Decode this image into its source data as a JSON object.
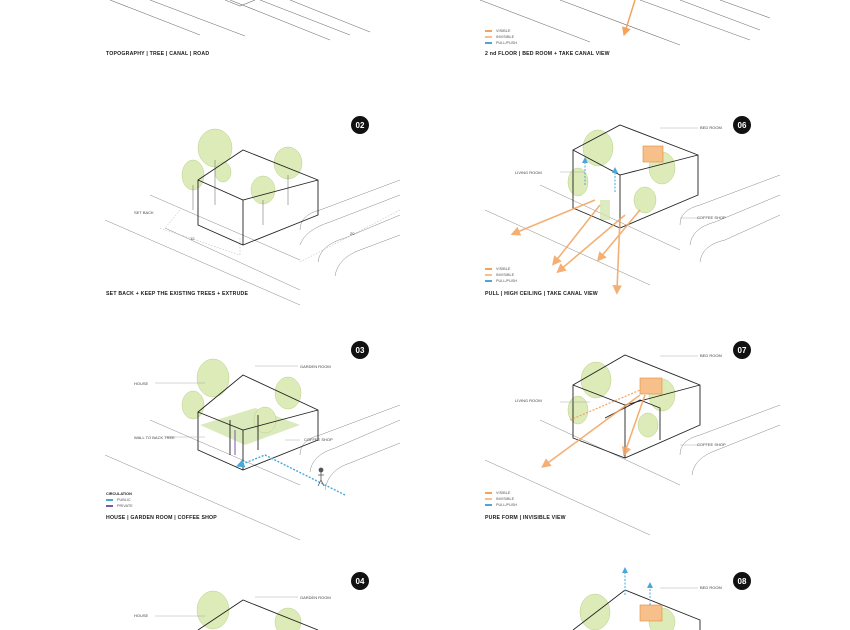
{
  "panels": {
    "p01": {
      "caption": "TOPOGRAPHY | TREE | CANAL | ROAD"
    },
    "p05": {
      "caption": "2 nd FLOOR | BED ROOM + TAKE CANAL VIEW",
      "legend": [
        "VISIBLE",
        "INVISIBLE",
        "PULL/PUSH"
      ]
    },
    "p02": {
      "number": "02",
      "caption": "SET BACK + KEEP THE EXISTING TREES + EXTRUDE",
      "labels": {
        "setback": "SET BACK",
        "dim1": "12",
        "dim2": "20"
      }
    },
    "p06": {
      "number": "06",
      "caption": "PULL | HIGH CEILING | TAKE CANAL VIEW",
      "labels": {
        "bedroom": "BED ROOM",
        "living": "LIVING ROOM",
        "coffee": "COFFEE SHOP"
      },
      "legend": [
        "VISIBLE",
        "INVISIBLE",
        "PULL/PUSH"
      ]
    },
    "p03": {
      "number": "03",
      "caption": "HOUSE | GARDEN ROOM | COFFEE SHOP",
      "labels": {
        "house": "HOUSE",
        "garden": "GARDEN ROOM",
        "wall": "WALL TO BACK TREE",
        "coffee": "COFFEE SHOP"
      },
      "legend_title": "CIRCULATION",
      "legend": [
        "PUBLIC",
        "PRIVATE"
      ]
    },
    "p07": {
      "number": "07",
      "caption": "PURE FORM | INVISIBLE VIEW",
      "labels": {
        "bedroom": "BED ROOM",
        "living": "LIVING ROOM",
        "coffee": "COFFEE SHOP"
      },
      "legend": [
        "VISIBLE",
        "INVISIBLE",
        "PULL/PUSH"
      ]
    },
    "p04": {
      "number": "04",
      "labels": {
        "house": "HOUSE",
        "garden": "GARDEN ROOM"
      }
    },
    "p08": {
      "number": "08",
      "labels": {
        "bedroom": "BED ROOM"
      }
    }
  },
  "colors": {
    "tree": "#dcebb8",
    "tree_stroke": "#b9d08a",
    "garden": "#cfe3a6",
    "orange": "#f3a35c",
    "orange_light": "#f7c08a",
    "blue": "#4aa8d8",
    "purple": "#7a5aa6",
    "line": "#222222",
    "road": "#777777"
  },
  "icons": [
    "arrow-icon",
    "person-icon",
    "tree-icon"
  ]
}
